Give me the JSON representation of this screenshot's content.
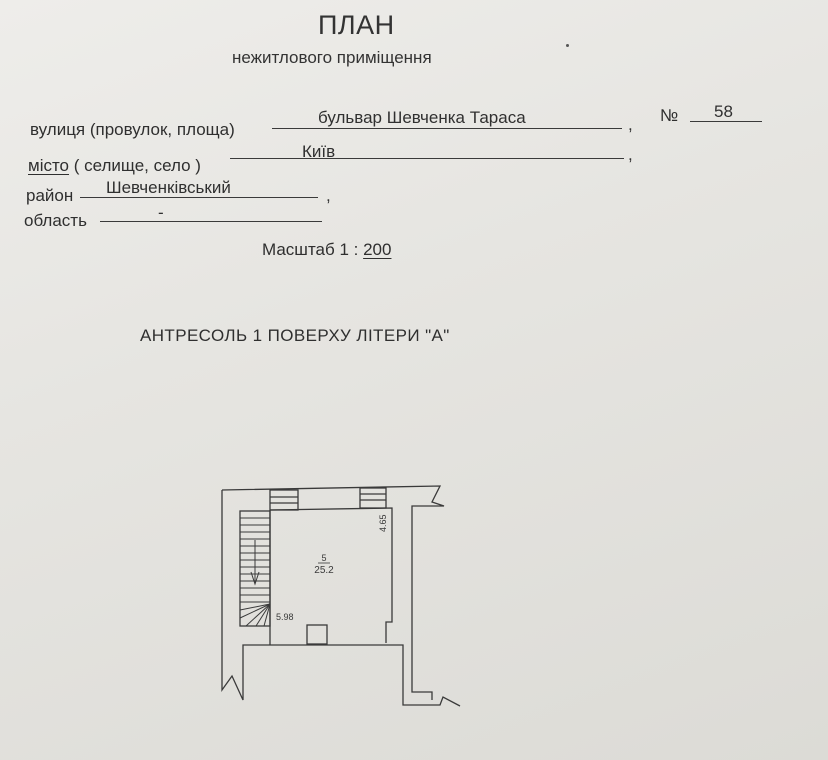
{
  "document": {
    "title": "ПЛАН",
    "subtitle": "нежитлового приміщення",
    "fields": {
      "street": {
        "label": "вулиця (провулок, площа)",
        "value": "бульвар Шевченка Тараса"
      },
      "number": {
        "label": "№",
        "value": "58"
      },
      "city": {
        "label_underlined": "місто",
        "label_rest": " ( селище, село )",
        "value": "Київ"
      },
      "district": {
        "label": "район",
        "value": "Шевченківський"
      },
      "region": {
        "label": "область",
        "value": "-"
      }
    },
    "scale": {
      "label": "Масштаб  1 :",
      "value": "200"
    },
    "floor_heading": "АНТРЕСОЛЬ  1 ПОВЕРХУ  ЛІТЕРИ \"А\"",
    "comma": ","
  },
  "floor_plan": {
    "room": {
      "number": "5",
      "area": "25.2"
    },
    "dimensions": {
      "width": "5.98",
      "depth": "4.65"
    },
    "line_color": "#3a3a3a",
    "paper_color": "#e6e5e1"
  }
}
